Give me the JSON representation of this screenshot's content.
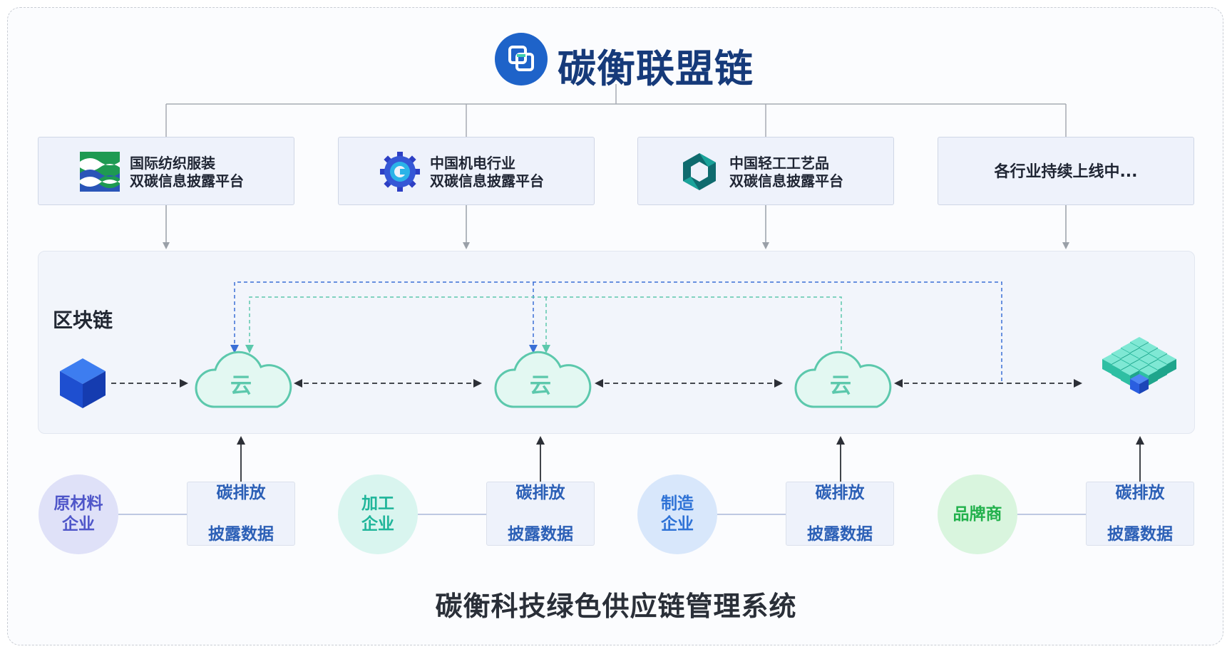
{
  "header": {
    "title": "碳衡联盟链"
  },
  "platforms": [
    {
      "line1": "国际纺织服装",
      "line2": "双碳信息披露平台",
      "icon": "textile-wave-icon"
    },
    {
      "line1": "中国机电行业",
      "line2": "双碳信息披露平台",
      "icon": "gear-c-icon"
    },
    {
      "line1": "中国轻工工艺品",
      "line2": "双碳信息披露平台",
      "icon": "hexagon-icon"
    },
    {
      "line1": "各行业持续上线中..."
    }
  ],
  "chain": {
    "label": "区块链",
    "cloud_glyph": "云"
  },
  "enterprises": [
    {
      "line1": "原材料",
      "line2": "企业",
      "bg": "#dfe1f8",
      "color": "#4f56c9"
    },
    {
      "line1": "加工",
      "line2": "企业",
      "bg": "#d9f5ef",
      "color": "#1fb59a"
    },
    {
      "line1": "制造",
      "line2": "企业",
      "bg": "#d8e7fb",
      "color": "#2e72d6"
    },
    {
      "line1": "品牌商",
      "bg": "#d9f5de",
      "color": "#22b14c"
    }
  ],
  "data_box": {
    "line1": "碳排放",
    "line2": "披露数据"
  },
  "footer": {
    "title": "碳衡科技绿色供应链管理系统"
  },
  "colors": {
    "navy": "#163a7a",
    "blue": "#1e63c9",
    "teal": "#5cc8ac",
    "dashed_blue": "#3a6fd6"
  }
}
